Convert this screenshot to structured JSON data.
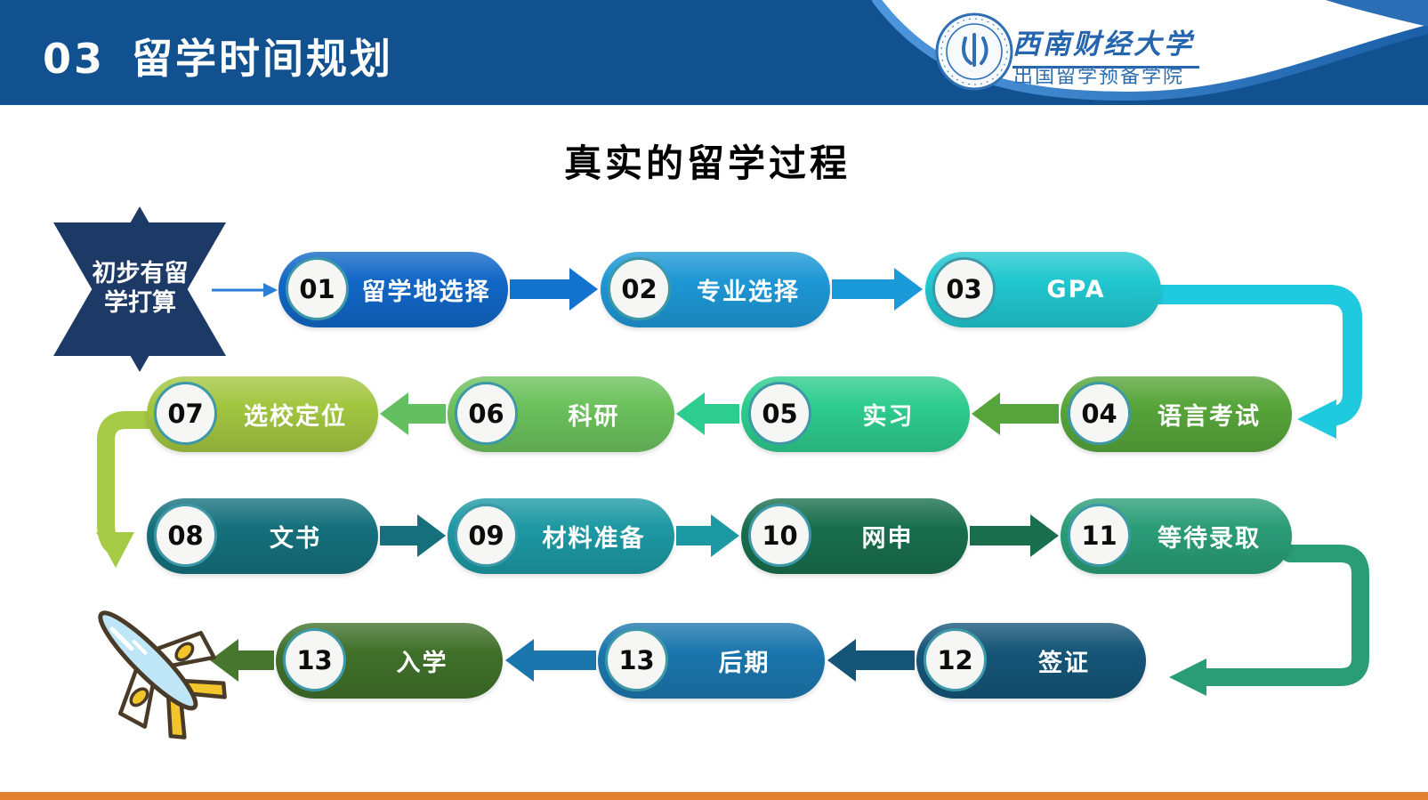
{
  "header": {
    "section_number": "03",
    "title": "留学时间规划",
    "bg_color": "#11518f"
  },
  "logo": {
    "university": "西南财经大学",
    "college": "出国留学预备学院",
    "brand_color": "#2565ae"
  },
  "main": {
    "heading": "真实的留学过程"
  },
  "start_shape": {
    "line1": "初步有留",
    "line2": "学打算",
    "color": "#1d3a66"
  },
  "steps": [
    {
      "num": "01",
      "label": "留学地选择",
      "color": "#1167c6"
    },
    {
      "num": "02",
      "label": "专业选择",
      "color": "#1e97d5"
    },
    {
      "num": "03",
      "label": "GPA",
      "color": "#21c7cf"
    },
    {
      "num": "04",
      "label": "语言考试",
      "color": "#57a53a"
    },
    {
      "num": "05",
      "label": "实习",
      "color": "#2ecc8e"
    },
    {
      "num": "06",
      "label": "科研",
      "color": "#6cc15d"
    },
    {
      "num": "07",
      "label": "选校定位",
      "color": "#a3c641"
    },
    {
      "num": "08",
      "label": "文书",
      "color": "#15707c"
    },
    {
      "num": "09",
      "label": "材料准备",
      "color": "#1d99a3"
    },
    {
      "num": "10",
      "label": "网申",
      "color": "#186e4d"
    },
    {
      "num": "11",
      "label": "等待录取",
      "color": "#2a9d77"
    },
    {
      "num": "12",
      "label": "签证",
      "color": "#155577"
    },
    {
      "num": "13",
      "label": "后期",
      "color": "#1b76ad"
    },
    {
      "num": "13",
      "label": "入学",
      "color": "#40702a"
    }
  ],
  "arrows": [
    {
      "name": "start-to-01",
      "color": "#2a7fd4",
      "style": "thin-line"
    },
    {
      "name": "01-to-02",
      "color": "#1373cf",
      "style": "block-right"
    },
    {
      "name": "02-to-03",
      "color": "#1a9ad8",
      "style": "block-right"
    },
    {
      "name": "03-to-04",
      "color": "#1fcade",
      "style": "elbow-right-down"
    },
    {
      "name": "04-to-05",
      "color": "#57a53a",
      "style": "block-left"
    },
    {
      "name": "05-to-06",
      "color": "#2ecc8e",
      "style": "block-left"
    },
    {
      "name": "06-to-07",
      "color": "#63bf5f",
      "style": "block-left"
    },
    {
      "name": "07-to-08",
      "color": "#a5ca45",
      "style": "elbow-left-down"
    },
    {
      "name": "08-to-09",
      "color": "#15707c",
      "style": "block-right"
    },
    {
      "name": "09-to-10",
      "color": "#1d99a3",
      "style": "block-right"
    },
    {
      "name": "10-to-11",
      "color": "#186e4d",
      "style": "block-right"
    },
    {
      "name": "11-to-12",
      "color": "#2a9d77",
      "style": "elbow-right-down"
    },
    {
      "name": "12-to-13",
      "color": "#155577",
      "style": "block-left"
    },
    {
      "name": "13-to-13",
      "color": "#1b76ad",
      "style": "block-left"
    },
    {
      "name": "13-to-plane",
      "color": "#47762e",
      "style": "block-left"
    }
  ],
  "decor": {
    "bottom_bar_color": "#e2812f",
    "circle_ring_color": "#3d98a8"
  }
}
